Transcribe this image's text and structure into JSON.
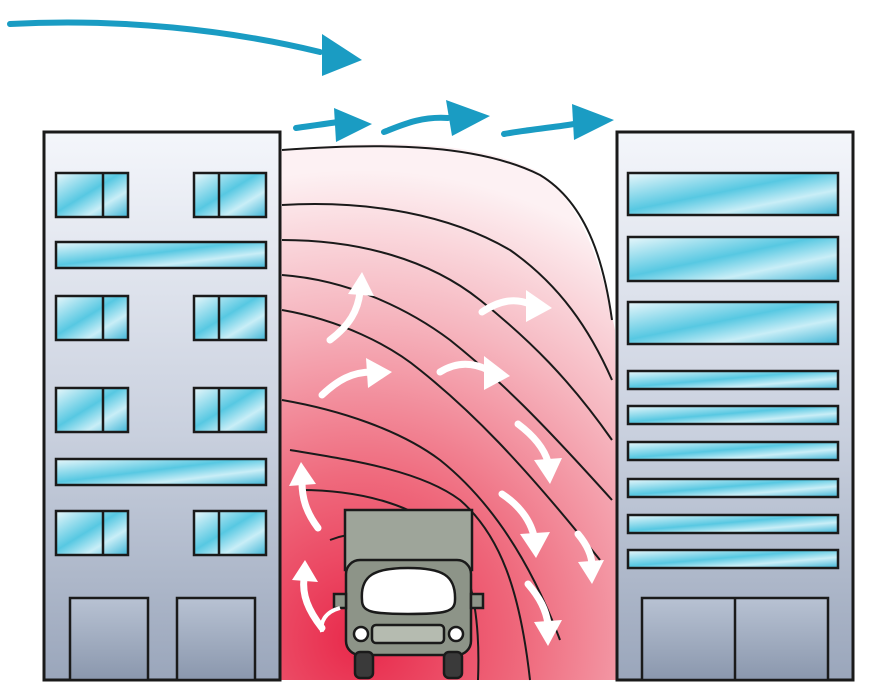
{
  "diagram": {
    "colors": {
      "wind_arrow": "#1a9cc3",
      "pollution_dark": "#e8284a",
      "pollution_light": "#fbe8ea",
      "building_wall_top": "#f4f6fb",
      "building_wall_bottom": "#9aa6bb",
      "window_glass": "#57c8e2",
      "truck_body": "#8d9488",
      "circulation_arrow": "#ffffff"
    },
    "elements": [
      "left-building",
      "right-building",
      "street-canyon-pollution",
      "concentration-contours",
      "wind-arrows",
      "recirculation-arrows",
      "truck"
    ]
  }
}
